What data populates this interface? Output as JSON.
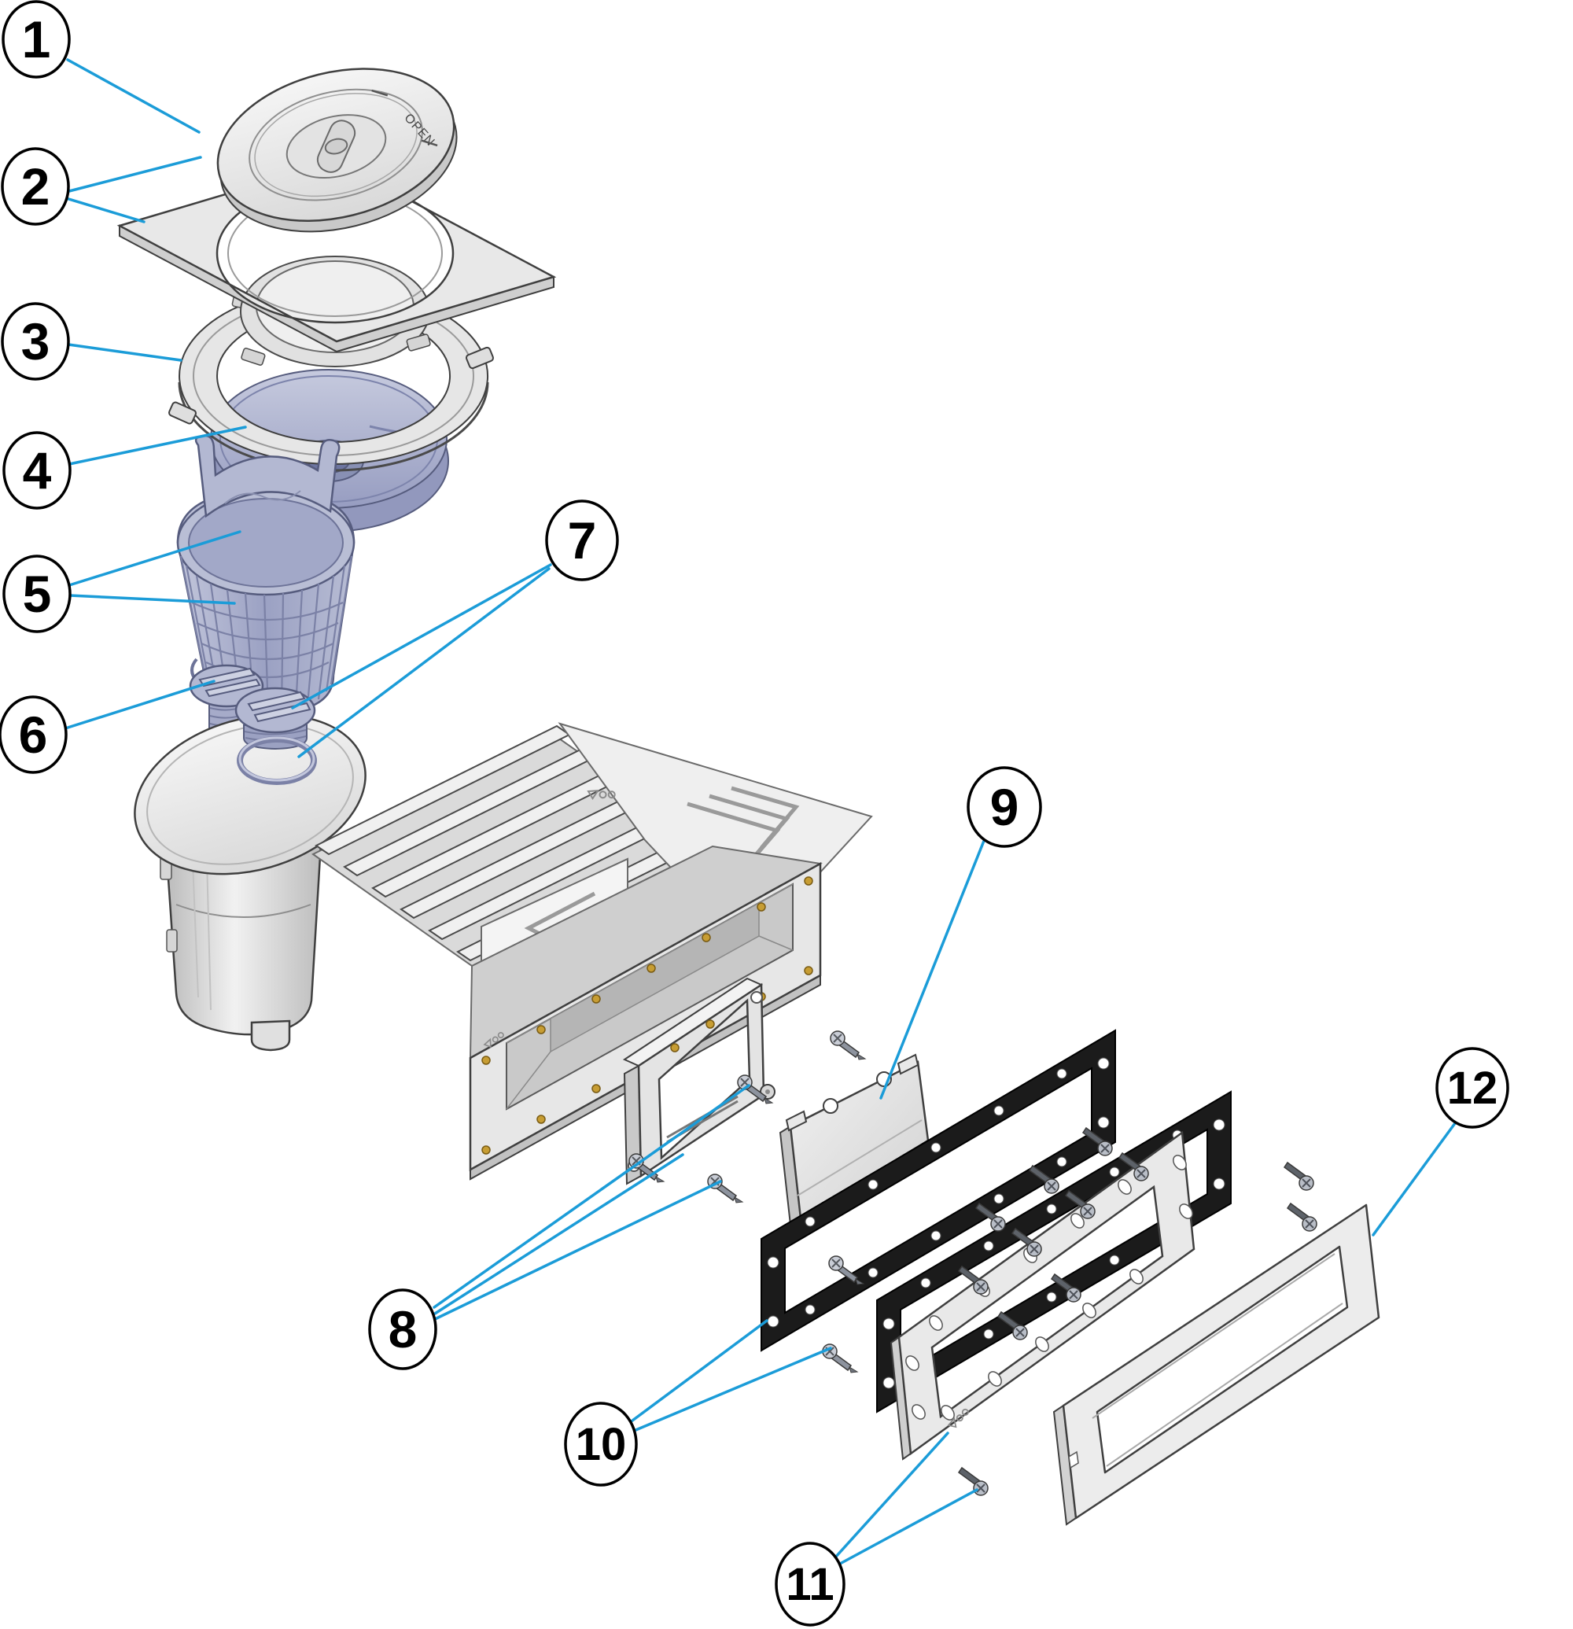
{
  "diagram": {
    "type": "exploded-parts-diagram",
    "background_color": "#FFFFFF",
    "leader_color": "#1B9CD8",
    "outline_color": "#3A3A3A",
    "plastic_gray": "#E9E9E9",
    "basket_purple": "#B3B8D2",
    "gasket_black": "#1B1B1B",
    "brass_screw_color": "#C79D33",
    "lid_marking": "OPEN",
    "callout_count": 12
  },
  "callouts": [
    {
      "num": "1"
    },
    {
      "num": "2"
    },
    {
      "num": "3"
    },
    {
      "num": "4"
    },
    {
      "num": "5"
    },
    {
      "num": "6"
    },
    {
      "num": "7"
    },
    {
      "num": "8"
    },
    {
      "num": "9"
    },
    {
      "num": "10"
    },
    {
      "num": "11"
    },
    {
      "num": "12"
    }
  ]
}
